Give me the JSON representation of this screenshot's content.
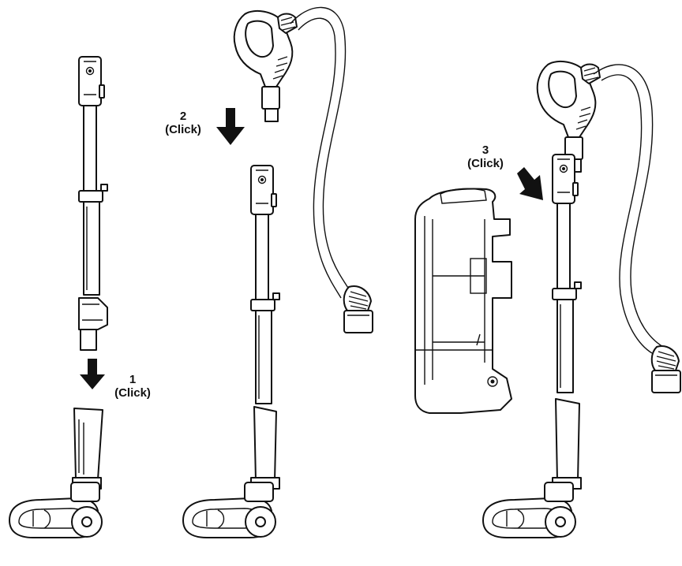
{
  "steps": [
    {
      "number": "1",
      "action": "(Click)"
    },
    {
      "number": "2",
      "action": "(Click)"
    },
    {
      "number": "3",
      "action": "(Click)"
    }
  ],
  "colors": {
    "line": "#111111",
    "fill": "#ffffff"
  },
  "icons": [
    "down-arrow-icon",
    "diagonal-arrow-icon"
  ]
}
